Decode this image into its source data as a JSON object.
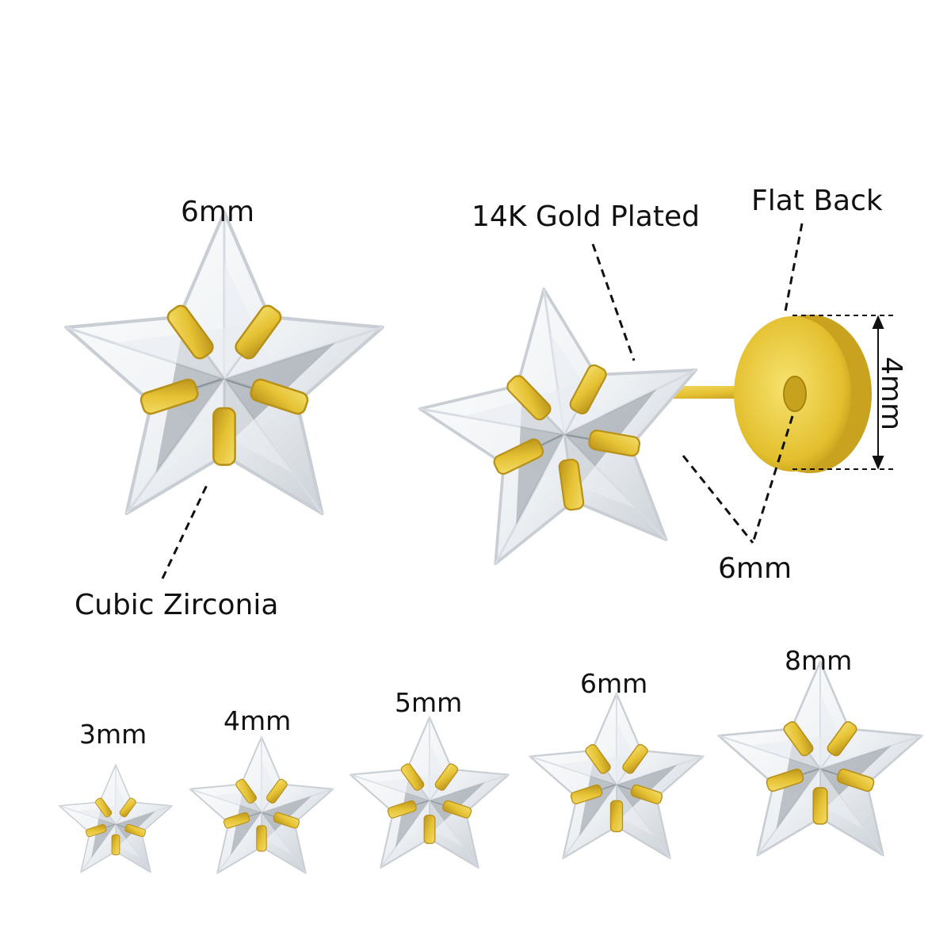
{
  "product": {
    "main_size_label": "6mm",
    "cz_label": "Cubic Zirconia",
    "plating_label": "14K Gold Plated",
    "back_label": "Flat Back",
    "back_height_label": "4mm",
    "back_diameter_label": "6mm"
  },
  "sizes": [
    {
      "label": "3mm"
    },
    {
      "label": "4mm"
    },
    {
      "label": "5mm"
    },
    {
      "label": "6mm"
    },
    {
      "label": "8mm"
    }
  ],
  "colors": {
    "gold": "#e6c234",
    "gold_dark": "#b8911a",
    "stone": "#f4f6f8",
    "stone_edge": "#c9ced4",
    "stone_shadow": "#9aa3ad",
    "line": "#111111"
  }
}
